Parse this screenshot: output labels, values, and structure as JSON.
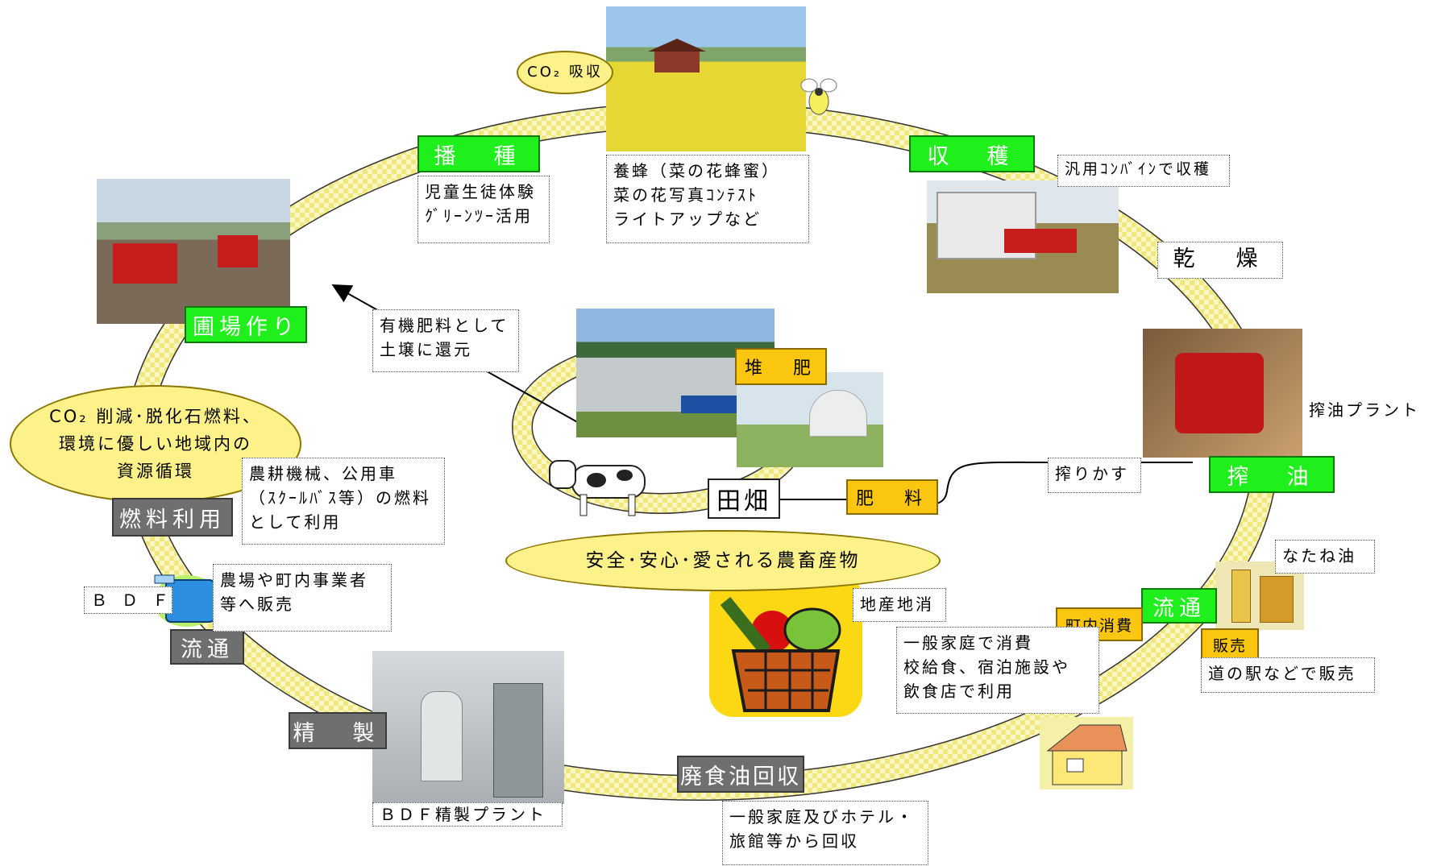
{
  "stages": {
    "sowing": "播　種",
    "harvest": "収　穫",
    "drying": "乾　燥",
    "field_prep": "圃場作り",
    "oil_press": "搾　油",
    "fuel_use": "燃料利用",
    "distribution_left": "流通",
    "distribution_right": "流通",
    "refining": "精　製",
    "waste_oil": "廃食油回収",
    "compost": "堆　肥",
    "fertilizer": "肥　料",
    "town_consumption": "町内消費",
    "sales": "販売",
    "field": "田畑"
  },
  "notes": {
    "co2_absorb": "CO₂ 吸収",
    "beekeeping": "養蜂（菜の花蜂蜜）\n菜の花写真ｺﾝﾃｽﾄ\nライトアップなど",
    "students": "児童生徒体験\nｸﾞﾘｰﾝﾂｰ活用",
    "combine": "汎用ｺﾝﾊﾞｲﾝで収穫",
    "organic": "有機肥料として\n土壌に還元",
    "press_plant": "搾油プラント",
    "press_cake": "搾りかす",
    "co2_reduce": "CO₂ 削減･脱化石燃料、\n環境に優しい地域内の\n資源循環",
    "farm_machine": "農耕機械、公用車\n（ｽｸｰﾙﾊﾞｽ等）の燃料\nとして利用",
    "bdf": "ＢＤＦ",
    "sell_business": "農場や町内事業者\n等へ販売",
    "safe": "安全･安心･愛される農畜産物",
    "local": "地産地消",
    "household": "一般家庭で消費\n校給食、宿泊施設や\n飲食店で利用",
    "rapeseed_oil": "なたね油",
    "roadside": "道の駅などで販売",
    "bdf_plant": "ＢＤＦ精製プラント",
    "collect": "一般家庭及びホテル・\n旅館等から回収"
  },
  "colors": {
    "stage_green": "#1fef1a",
    "stage_gray": "#6f6f6f",
    "stage_orange": "#fac60f",
    "ring_fill": "#fbf7c2",
    "ring_check": "#f3ec8a",
    "ellipse_fill": "#fdf28a"
  }
}
